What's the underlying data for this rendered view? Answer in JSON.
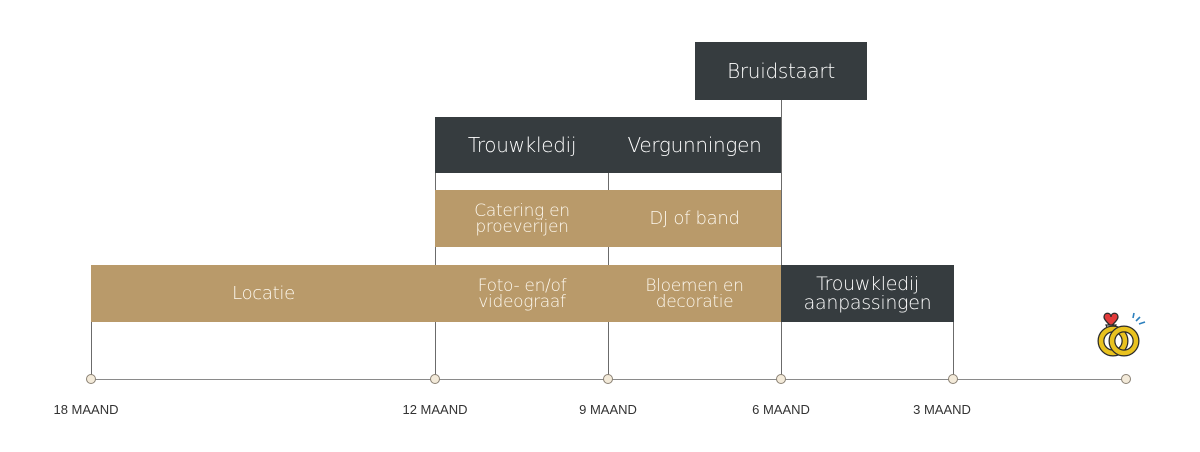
{
  "boxes": {
    "bruidstaart": "Bruidstaart",
    "trouwkledij": "Trouwkledij",
    "vergunningen": "Vergunningen",
    "catering_line1": "Catering en",
    "catering_line2": "proeverijen",
    "dj": "DJ of band",
    "locatie": "Locatie",
    "foto_line1": "Foto- en/of",
    "foto_line2": "videograaf",
    "bloemen_line1": "Bloemen en",
    "bloemen_line2": "decoratie",
    "aanpassingen_line1": "Trouwkledij",
    "aanpassingen_line2": "aanpassingen"
  },
  "timeline": {
    "labels": [
      "18 MAAND",
      "12 MAAND",
      "9 MAAND",
      "6 MAAND",
      "3 MAAND"
    ]
  },
  "icon": "wedding-rings-heart-icon",
  "colors": {
    "dark": "#363c3f",
    "tan": "#b99a6a",
    "ring": "#e9c21f",
    "heart": "#e23b3b"
  }
}
